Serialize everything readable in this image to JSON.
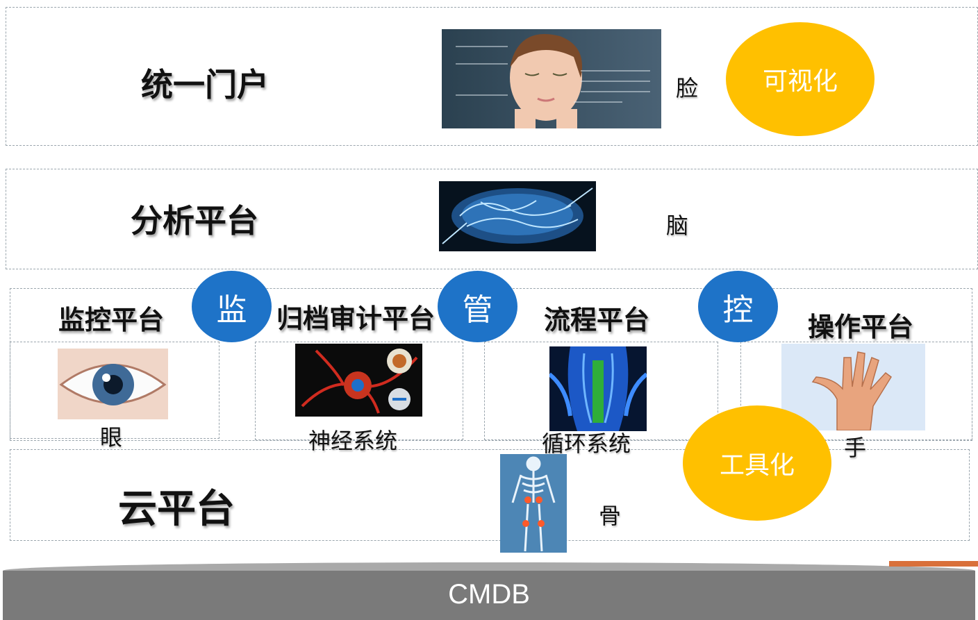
{
  "layers": {
    "portal": {
      "title": "统一门户",
      "organ": "脸"
    },
    "analysis": {
      "title": "分析平台",
      "organ": "脑"
    },
    "monitor": {
      "title": "监控平台",
      "organ": "眼"
    },
    "audit": {
      "title": "归档审计平台",
      "organ": "神经系统"
    },
    "process": {
      "title": "流程平台",
      "organ": "循环系统"
    },
    "operation": {
      "title": "操作平台",
      "organ": "手"
    },
    "cloud": {
      "title": "云平台",
      "organ": "骨"
    }
  },
  "badges": {
    "visualize": "可视化",
    "toolize": "工具化",
    "jian": "监",
    "guan": "管",
    "kong": "控"
  },
  "foundation": {
    "label": "CMDB"
  },
  "colors": {
    "accent_yellow": "#ffc000",
    "accent_blue": "#1e73c8",
    "base_gray": "#7a7a7a"
  },
  "icons": [
    "face-image",
    "brain-image",
    "eye-image",
    "neuron-image",
    "circulatory-image",
    "hand-image",
    "skeleton-image"
  ]
}
